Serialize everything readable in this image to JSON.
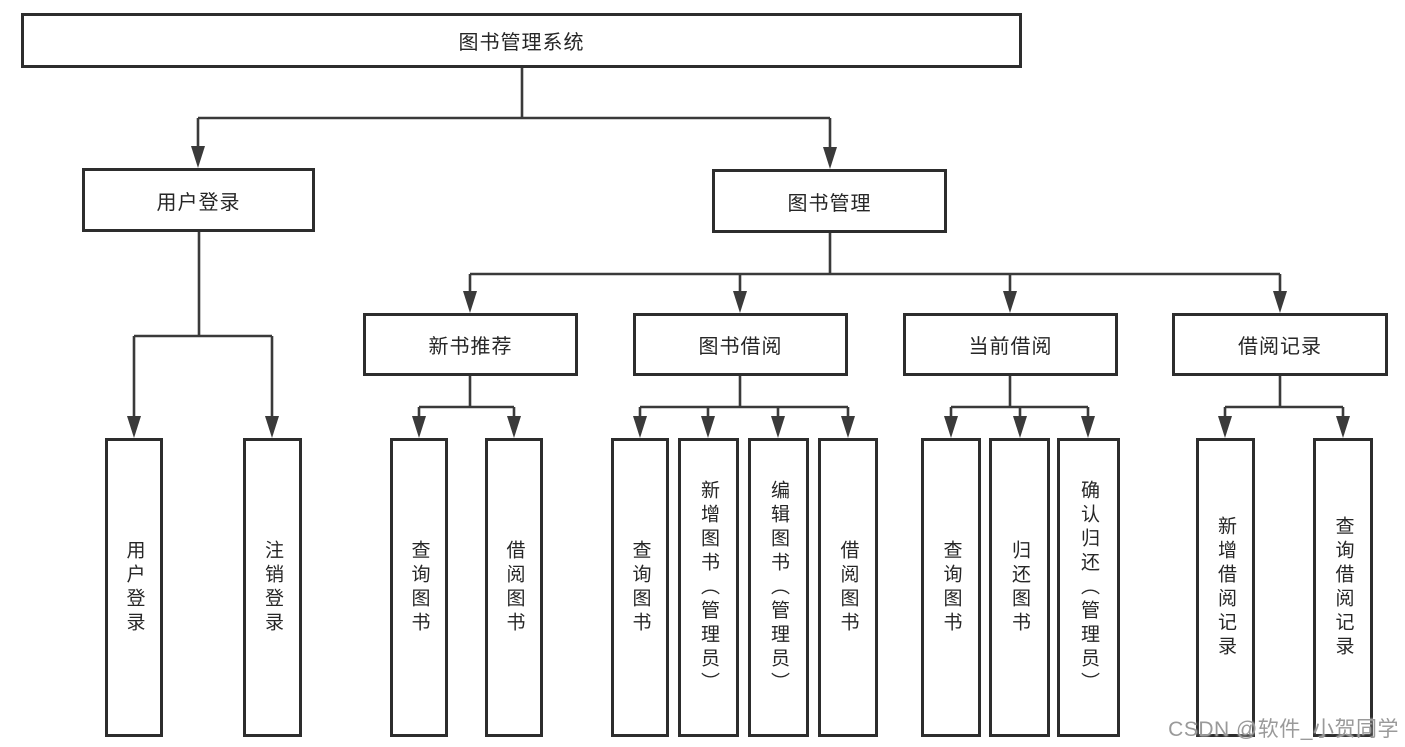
{
  "diagram": {
    "type": "hierarchy-tree",
    "root": {
      "label": "图书管理系统"
    },
    "user_login": {
      "label": "用户登录",
      "leaves": [
        {
          "label": "用户登录"
        },
        {
          "label": "注销登录"
        }
      ]
    },
    "book_management": {
      "label": "图书管理",
      "sections": [
        {
          "label": "新书推荐",
          "leaves": [
            {
              "label": "查询图书"
            },
            {
              "label": "借阅图书"
            }
          ]
        },
        {
          "label": "图书借阅",
          "leaves": [
            {
              "label": "查询图书"
            },
            {
              "label": "新增图书（管理员）"
            },
            {
              "label": "编辑图书（管理员）"
            },
            {
              "label": "借阅图书"
            }
          ]
        },
        {
          "label": "当前借阅",
          "leaves": [
            {
              "label": "查询图书"
            },
            {
              "label": "归还图书"
            },
            {
              "label": "确认归还（管理员）"
            }
          ]
        },
        {
          "label": "借阅记录",
          "leaves": [
            {
              "label": "新增借阅记录"
            },
            {
              "label": "查询借阅记录"
            }
          ]
        }
      ]
    }
  },
  "watermark": {
    "text": "CSDN @软件_小贺同学"
  },
  "colors": {
    "line": "#3a3a3a",
    "box_border": "#2d2d2d",
    "text": "#262626",
    "watermark": "#9a9a9a",
    "background": "#ffffff"
  }
}
